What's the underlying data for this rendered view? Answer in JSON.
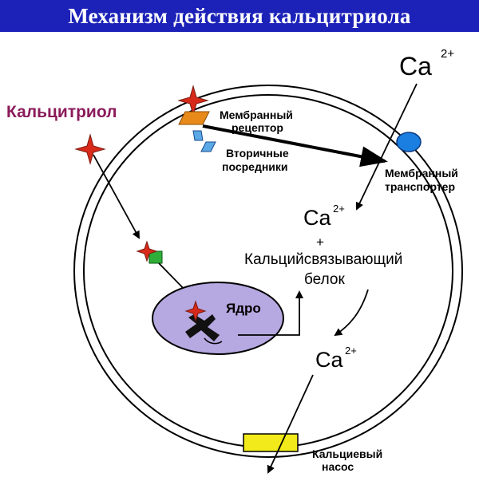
{
  "title": "Механизм действия кальцитриола",
  "labels": {
    "calcitriol": "Кальцитриол",
    "membrane_receptor_1": "Мембранный",
    "membrane_receptor_2": "рецептор",
    "second_messengers_1": "Вторичные",
    "second_messengers_2": "посредники",
    "membrane_transporter_1": "Мембранный",
    "membrane_transporter_2": "транспортер",
    "ca_symbol": "Ca",
    "ca_charge": "2+",
    "plus": "+",
    "binding_protein_1": "Кальцийсвязывающий",
    "binding_protein_2": "белок",
    "nucleus": "Ядро",
    "calcium_pump_1": "Кальциевый",
    "calcium_pump_2": "насос"
  },
  "colors": {
    "title_bg": "#1c22b8",
    "title_text": "#ffffff",
    "calcitriol_label": "#8b1a5a",
    "receptor": "#e88a1a",
    "messenger": "#5aa9e6",
    "transporter": "#1a7fe0",
    "nucleus": "#b6a8e0",
    "intracellular_receptor": "#2fae3a",
    "pump": "#f2ea1a",
    "star": "#d82a1a"
  }
}
